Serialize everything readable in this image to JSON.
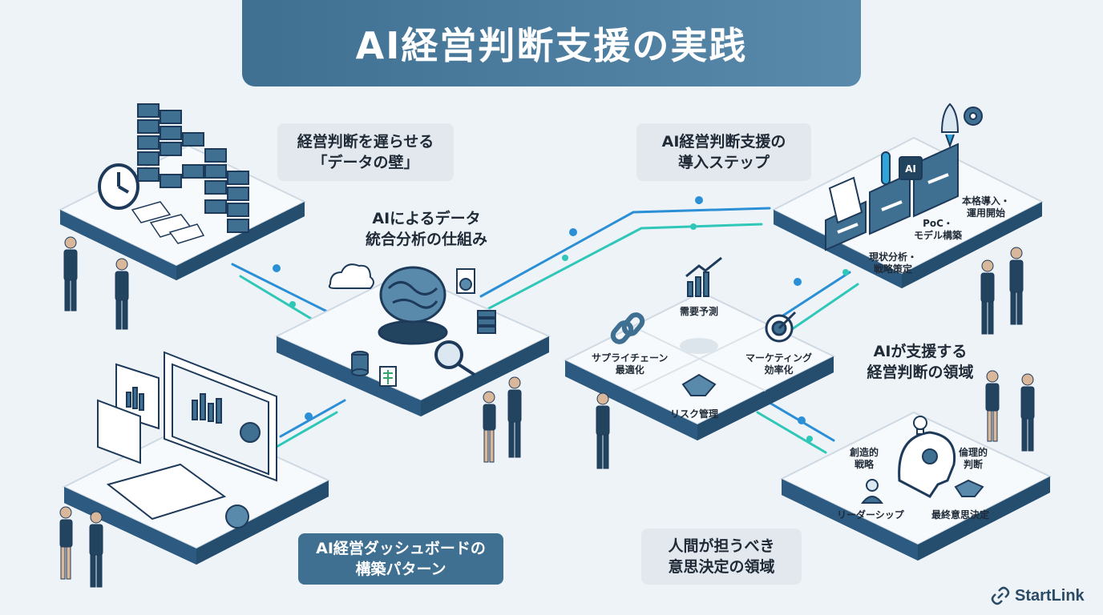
{
  "title": "AI経営判断支援の実践",
  "sections": {
    "data_wall": {
      "line1": "経営判断を遅らせる",
      "line2": "「データの壁」"
    },
    "integration": {
      "line1": "AIによるデータ",
      "line2": "統合分析の仕組み"
    },
    "steps": {
      "line1": "AI経営判断支援の",
      "line2": "導入ステップ",
      "step1": {
        "line1": "現状分析・",
        "line2": "戦略策定"
      },
      "step2": {
        "line1": "PoC・",
        "line2": "モデル構築"
      },
      "step3": {
        "line1": "本格導入・",
        "line2": "運用開始"
      },
      "chip_label": "AI"
    },
    "ai_support": {
      "line1": "AIが支援する",
      "line2": "経営判断の領域",
      "items": {
        "demand": "需要予測",
        "supply": {
          "line1": "サプライチェーン",
          "line2": "最適化"
        },
        "marketing": {
          "line1": "マーケティング",
          "line2": "効率化"
        },
        "risk": "リスク管理"
      }
    },
    "dashboard": {
      "line1": "AI経営ダッシュボードの",
      "line2": "構築パターン"
    },
    "human": {
      "line1": "人間が担うべき",
      "line2": "意思決定の領域",
      "items": {
        "creative": {
          "line1": "創造的",
          "line2": "戦略"
        },
        "ethical": {
          "line1": "倫理的",
          "line2": "判断"
        },
        "leadership": "リーダーシップ",
        "final": "最終意思決定"
      }
    }
  },
  "brand": "StartLink",
  "colors": {
    "primary": "#3f6f91",
    "dark": "#23445f",
    "accent": "#2fa4d8",
    "teal": "#2fc7b8",
    "platform": "#f7fafc",
    "shadow": "#1e3a5a",
    "background": "#eef3f8"
  }
}
